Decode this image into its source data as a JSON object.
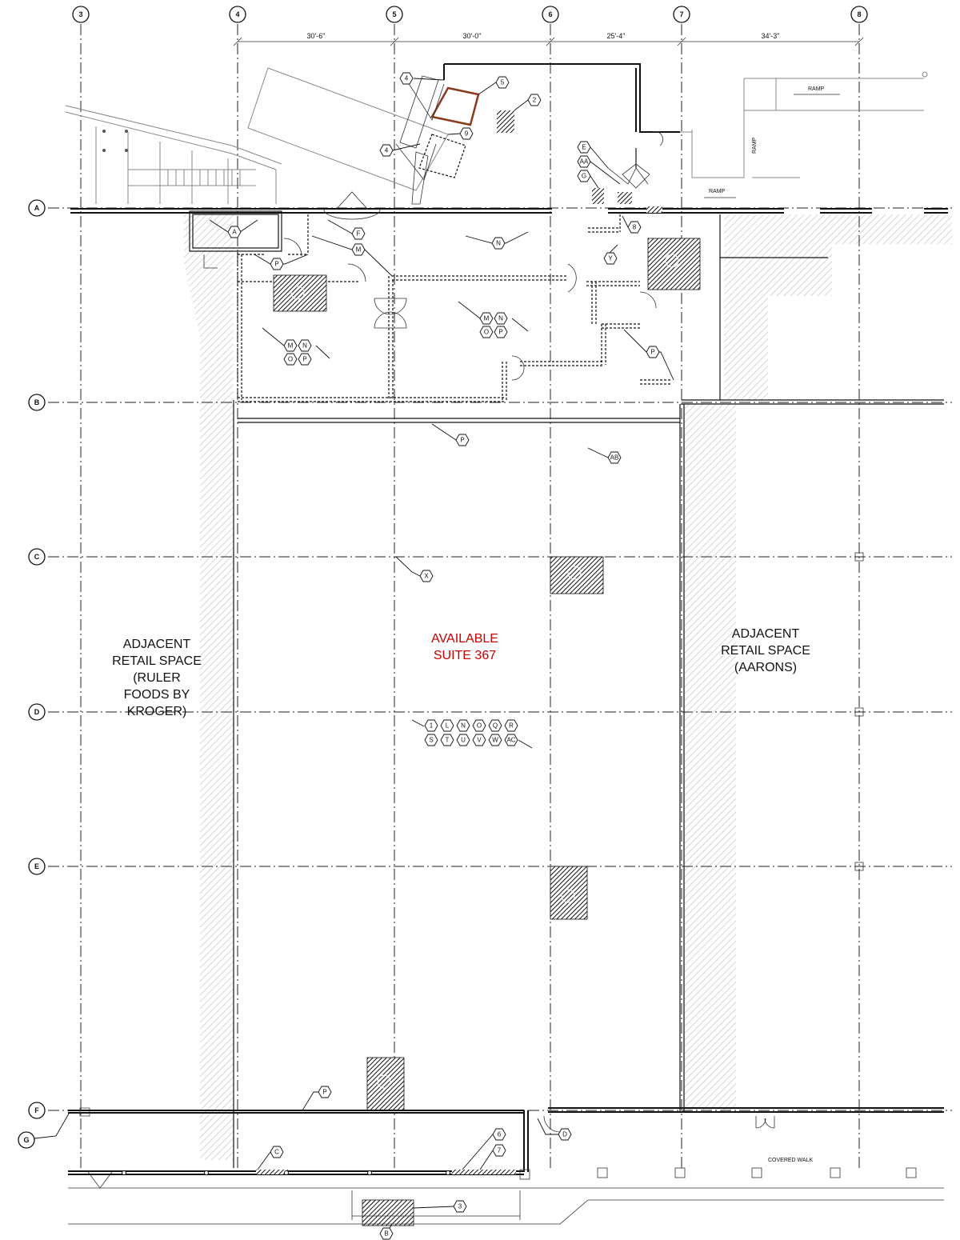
{
  "grid_columns": [
    "3",
    "4",
    "5",
    "6",
    "7",
    "8"
  ],
  "grid_rows": [
    "A",
    "B",
    "C",
    "D",
    "E",
    "F",
    "G"
  ],
  "dimensions": [
    "30'-6\"",
    "30'-0\"",
    "25'-4\"",
    "34'-3\""
  ],
  "labels": {
    "suite_line1": "AVAILABLE",
    "suite_line2": "SUITE 367",
    "left_line1": "ADJACENT",
    "left_line2": "RETAIL SPACE",
    "left_line3": "(RULER",
    "left_line4": "FOODS BY",
    "left_line5": "KROGER)",
    "right_line1": "ADJACENT",
    "right_line2": "RETAIL SPACE",
    "right_line3": "(AARONS)",
    "covered_walk": "COVERED WALK",
    "ramp": "RAMP"
  },
  "keynotes": {
    "n4a": "4",
    "n4b": "4",
    "n5": "5",
    "n2": "2",
    "n9": "9",
    "nE": "E",
    "nAA": "AA",
    "nG": "G",
    "n8": "8",
    "nA": "A",
    "nF": "F",
    "nM": "M",
    "nN": "N",
    "nP1": "P",
    "nY": "Y",
    "nP2": "P",
    "nP3": "P",
    "nAB": "AB",
    "nX": "X",
    "nP4": "P",
    "nD": "D",
    "nC": "C",
    "n6": "6",
    "n7": "7",
    "n3": "3",
    "nB": "B"
  },
  "hex_group_left": [
    "M",
    "N",
    "O",
    "P"
  ],
  "hex_group_mid": [
    "M",
    "N",
    "O",
    "P"
  ],
  "hex_group_main_top": [
    "1",
    "L",
    "N",
    "O",
    "Q",
    "R"
  ],
  "hex_group_main_bottom": [
    "S",
    "T",
    "U",
    "V",
    "W",
    "AC"
  ]
}
